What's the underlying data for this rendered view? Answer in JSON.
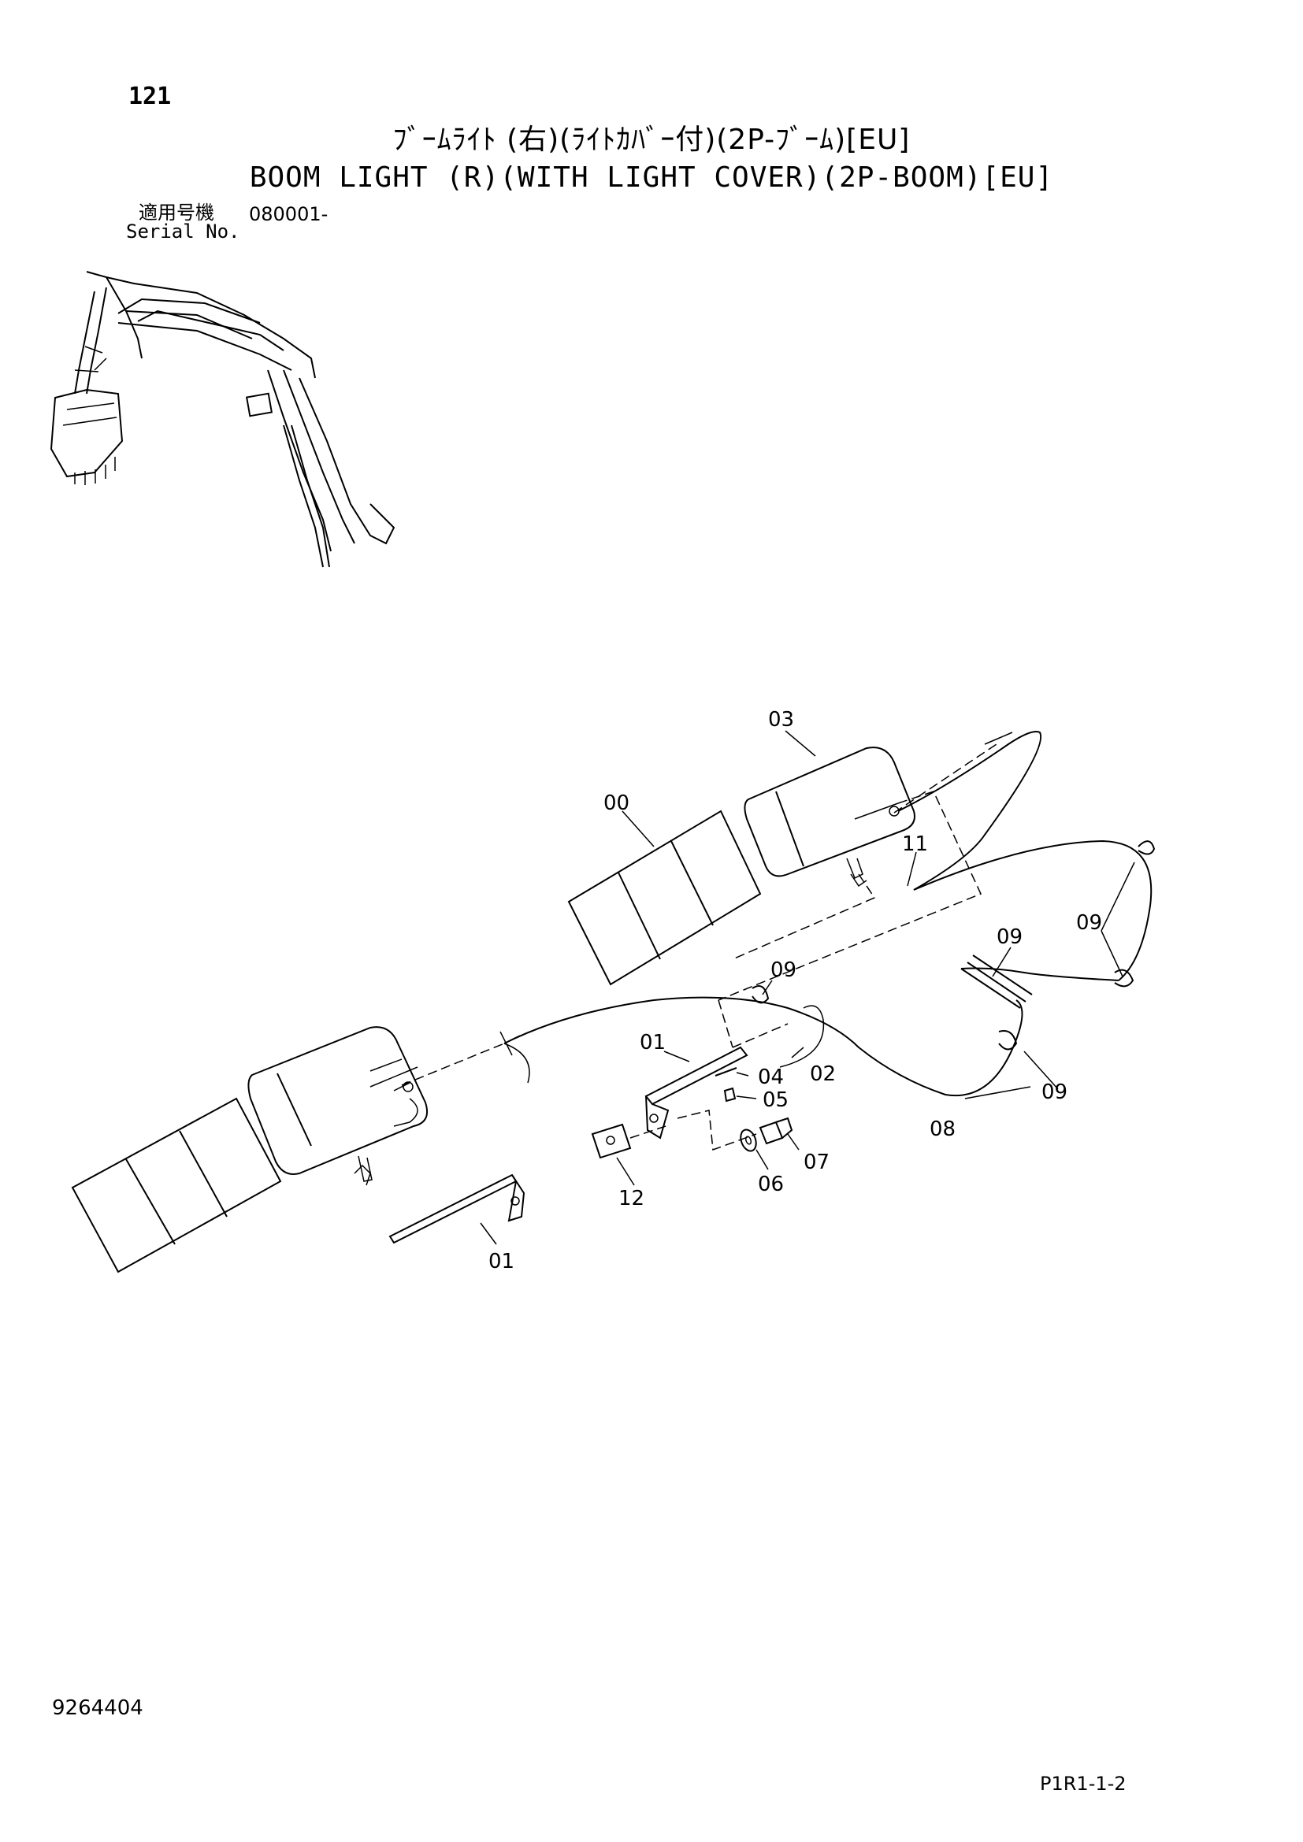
{
  "header": {
    "page_number": "121",
    "title_jp": "ﾌﾞｰﾑﾗｲﾄ (右)(ﾗｲﾄｶﾊﾞｰ付)(2P-ﾌﾞｰﾑ)[EU]",
    "title_en": "BOOM LIGHT (R)(WITH LIGHT COVER)(2P-BOOM)[EU]",
    "serial_label_jp": "適用号機",
    "serial_value": "080001-",
    "serial_label_en": "Serial No."
  },
  "callouts": {
    "c00": "00",
    "c03": "03",
    "c11": "11",
    "c09_right": "09",
    "c09_harness": "09",
    "c09_mid": "09",
    "c09_lower": "09",
    "c01_upper": "01",
    "c04": "04",
    "c02": "02",
    "c05": "05",
    "c07": "07",
    "c08": "08",
    "c06": "06",
    "c12": "12",
    "c01_lower": "01"
  },
  "footer": {
    "catalog_no": "9264404",
    "page_code": "P1R1-1-2"
  }
}
